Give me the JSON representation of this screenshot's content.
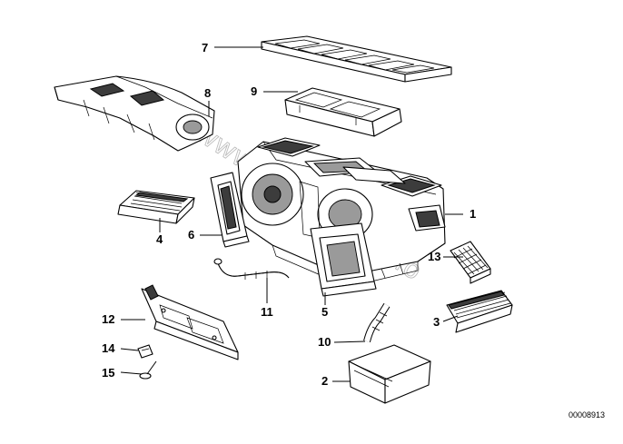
{
  "diagram": {
    "reference_number": "00008913",
    "watermark": "www.BMWfans.info",
    "callouts": [
      {
        "id": "c1",
        "label": "1"
      },
      {
        "id": "c2",
        "label": "2"
      },
      {
        "id": "c3",
        "label": "3"
      },
      {
        "id": "c4",
        "label": "4"
      },
      {
        "id": "c5",
        "label": "5"
      },
      {
        "id": "c6",
        "label": "6"
      },
      {
        "id": "c7",
        "label": "7"
      },
      {
        "id": "c8",
        "label": "8"
      },
      {
        "id": "c9",
        "label": "9"
      },
      {
        "id": "c10",
        "label": "10"
      },
      {
        "id": "c11",
        "label": "11"
      },
      {
        "id": "c12",
        "label": "12"
      },
      {
        "id": "c13",
        "label": "13"
      },
      {
        "id": "c14",
        "label": "14"
      },
      {
        "id": "c15",
        "label": "15"
      }
    ]
  }
}
